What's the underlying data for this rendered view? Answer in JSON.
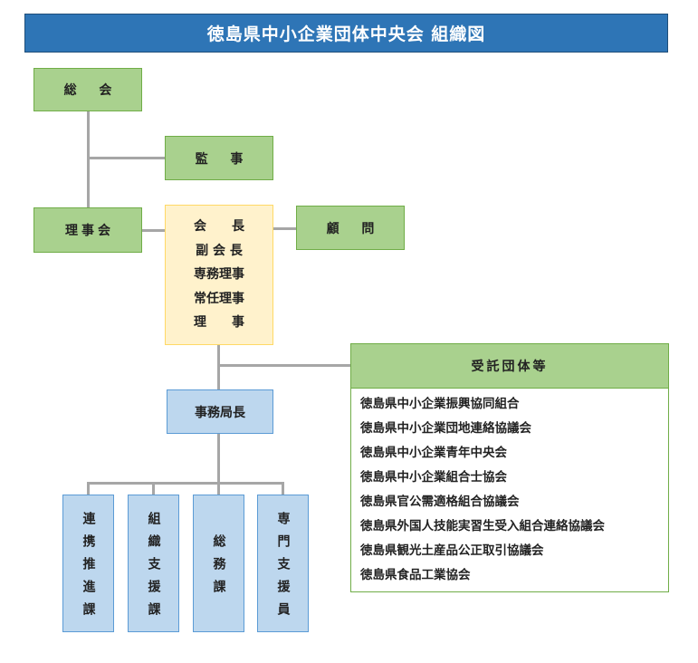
{
  "title": "徳島県中小企業団体中央会 組織図",
  "nodes": {
    "general_assembly": "総 会",
    "auditor": "監 事",
    "board": "理事会",
    "advisor": "顧 問",
    "officers": [
      "会　　長",
      "副 会 長",
      "専務理事",
      "常任理事",
      "理　　事"
    ],
    "secretary_general": "事務局長",
    "entrusted": "受託団体等"
  },
  "sections": [
    "連携推進課",
    "組織支援課",
    "総務課",
    "専門支援員"
  ],
  "entrusted_orgs": [
    "徳島県中小企業振興協同組合",
    "徳島県中小企業団地連絡協議会",
    "徳島県中小企業青年中央会",
    "徳島県中小企業組合士協会",
    "徳島県官公需適格組合協議会",
    "徳島県外国人技能実習生受入組合連絡協議会",
    "徳島県観光土産品公正取引協議会",
    "徳島県食品工業協会"
  ],
  "colors": {
    "title_bg": "#2e75b6",
    "governance_box": "#a9d18e",
    "officers_box": "#fff2cc",
    "office_box": "#bdd7ee",
    "connector": "#a6a6a6"
  }
}
